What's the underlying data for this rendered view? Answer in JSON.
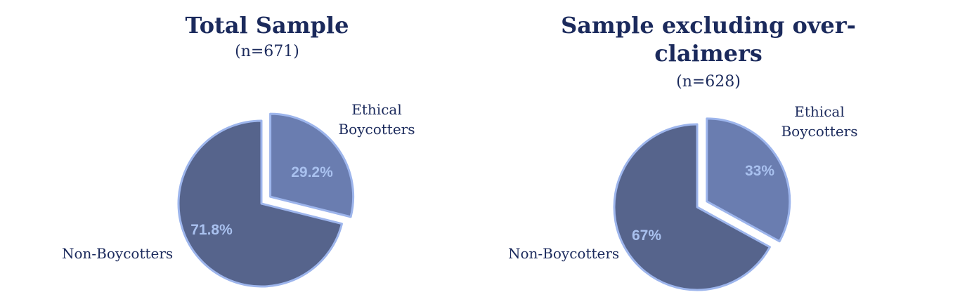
{
  "chart_data": [
    {
      "type": "pie",
      "title": "Total Sample",
      "subtitle": "(n=671)",
      "categories": [
        "Non-Boycotters",
        "Ethical Boycotters"
      ],
      "values": [
        71.8,
        29.2
      ],
      "value_labels": [
        "71.8%",
        "29.2%"
      ],
      "exploded": "Ethical Boycotters",
      "colors": {
        "Non-Boycotters": "#56648c",
        "Ethical Boycotters": "#6a7db0",
        "outline": "#9db5ec"
      }
    },
    {
      "type": "pie",
      "title": "Sample excluding over-claimers",
      "title_lines": [
        "Sample excluding over-",
        "claimers"
      ],
      "subtitle": "(n=628)",
      "categories": [
        "Non-Boycotters",
        "Ethical Boycotters"
      ],
      "values": [
        67,
        33
      ],
      "value_labels": [
        "67%",
        "33%"
      ],
      "exploded": "Ethical Boycotters",
      "colors": {
        "Non-Boycotters": "#56648c",
        "Ethical Boycotters": "#6a7db0",
        "outline": "#9db5ec"
      }
    }
  ]
}
